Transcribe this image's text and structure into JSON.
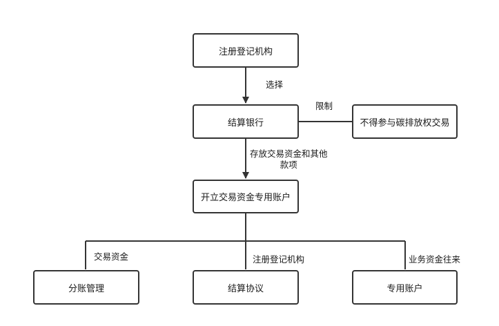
{
  "nodes": {
    "registry": "注册登记机构",
    "settlement_bank": "结算银行",
    "restricted": "不得参与碳排放权交易",
    "account": "开立交易资金专用账户",
    "sub_ledger": "分账管理",
    "settlement_agreement": "结算协议",
    "dedicated_account": "专用账户"
  },
  "edges": {
    "select": "选择",
    "restrict": "限制",
    "deposit_line1": "存放交易资金和其他",
    "deposit_line2": "款项",
    "trade_funds": "交易资金",
    "registry_branch": "注册登记机构",
    "business_funds": "业务资金往来"
  },
  "colors": {
    "line": "#333333",
    "border": "#333333",
    "text": "#1a1a1a",
    "background": "#ffffff"
  }
}
